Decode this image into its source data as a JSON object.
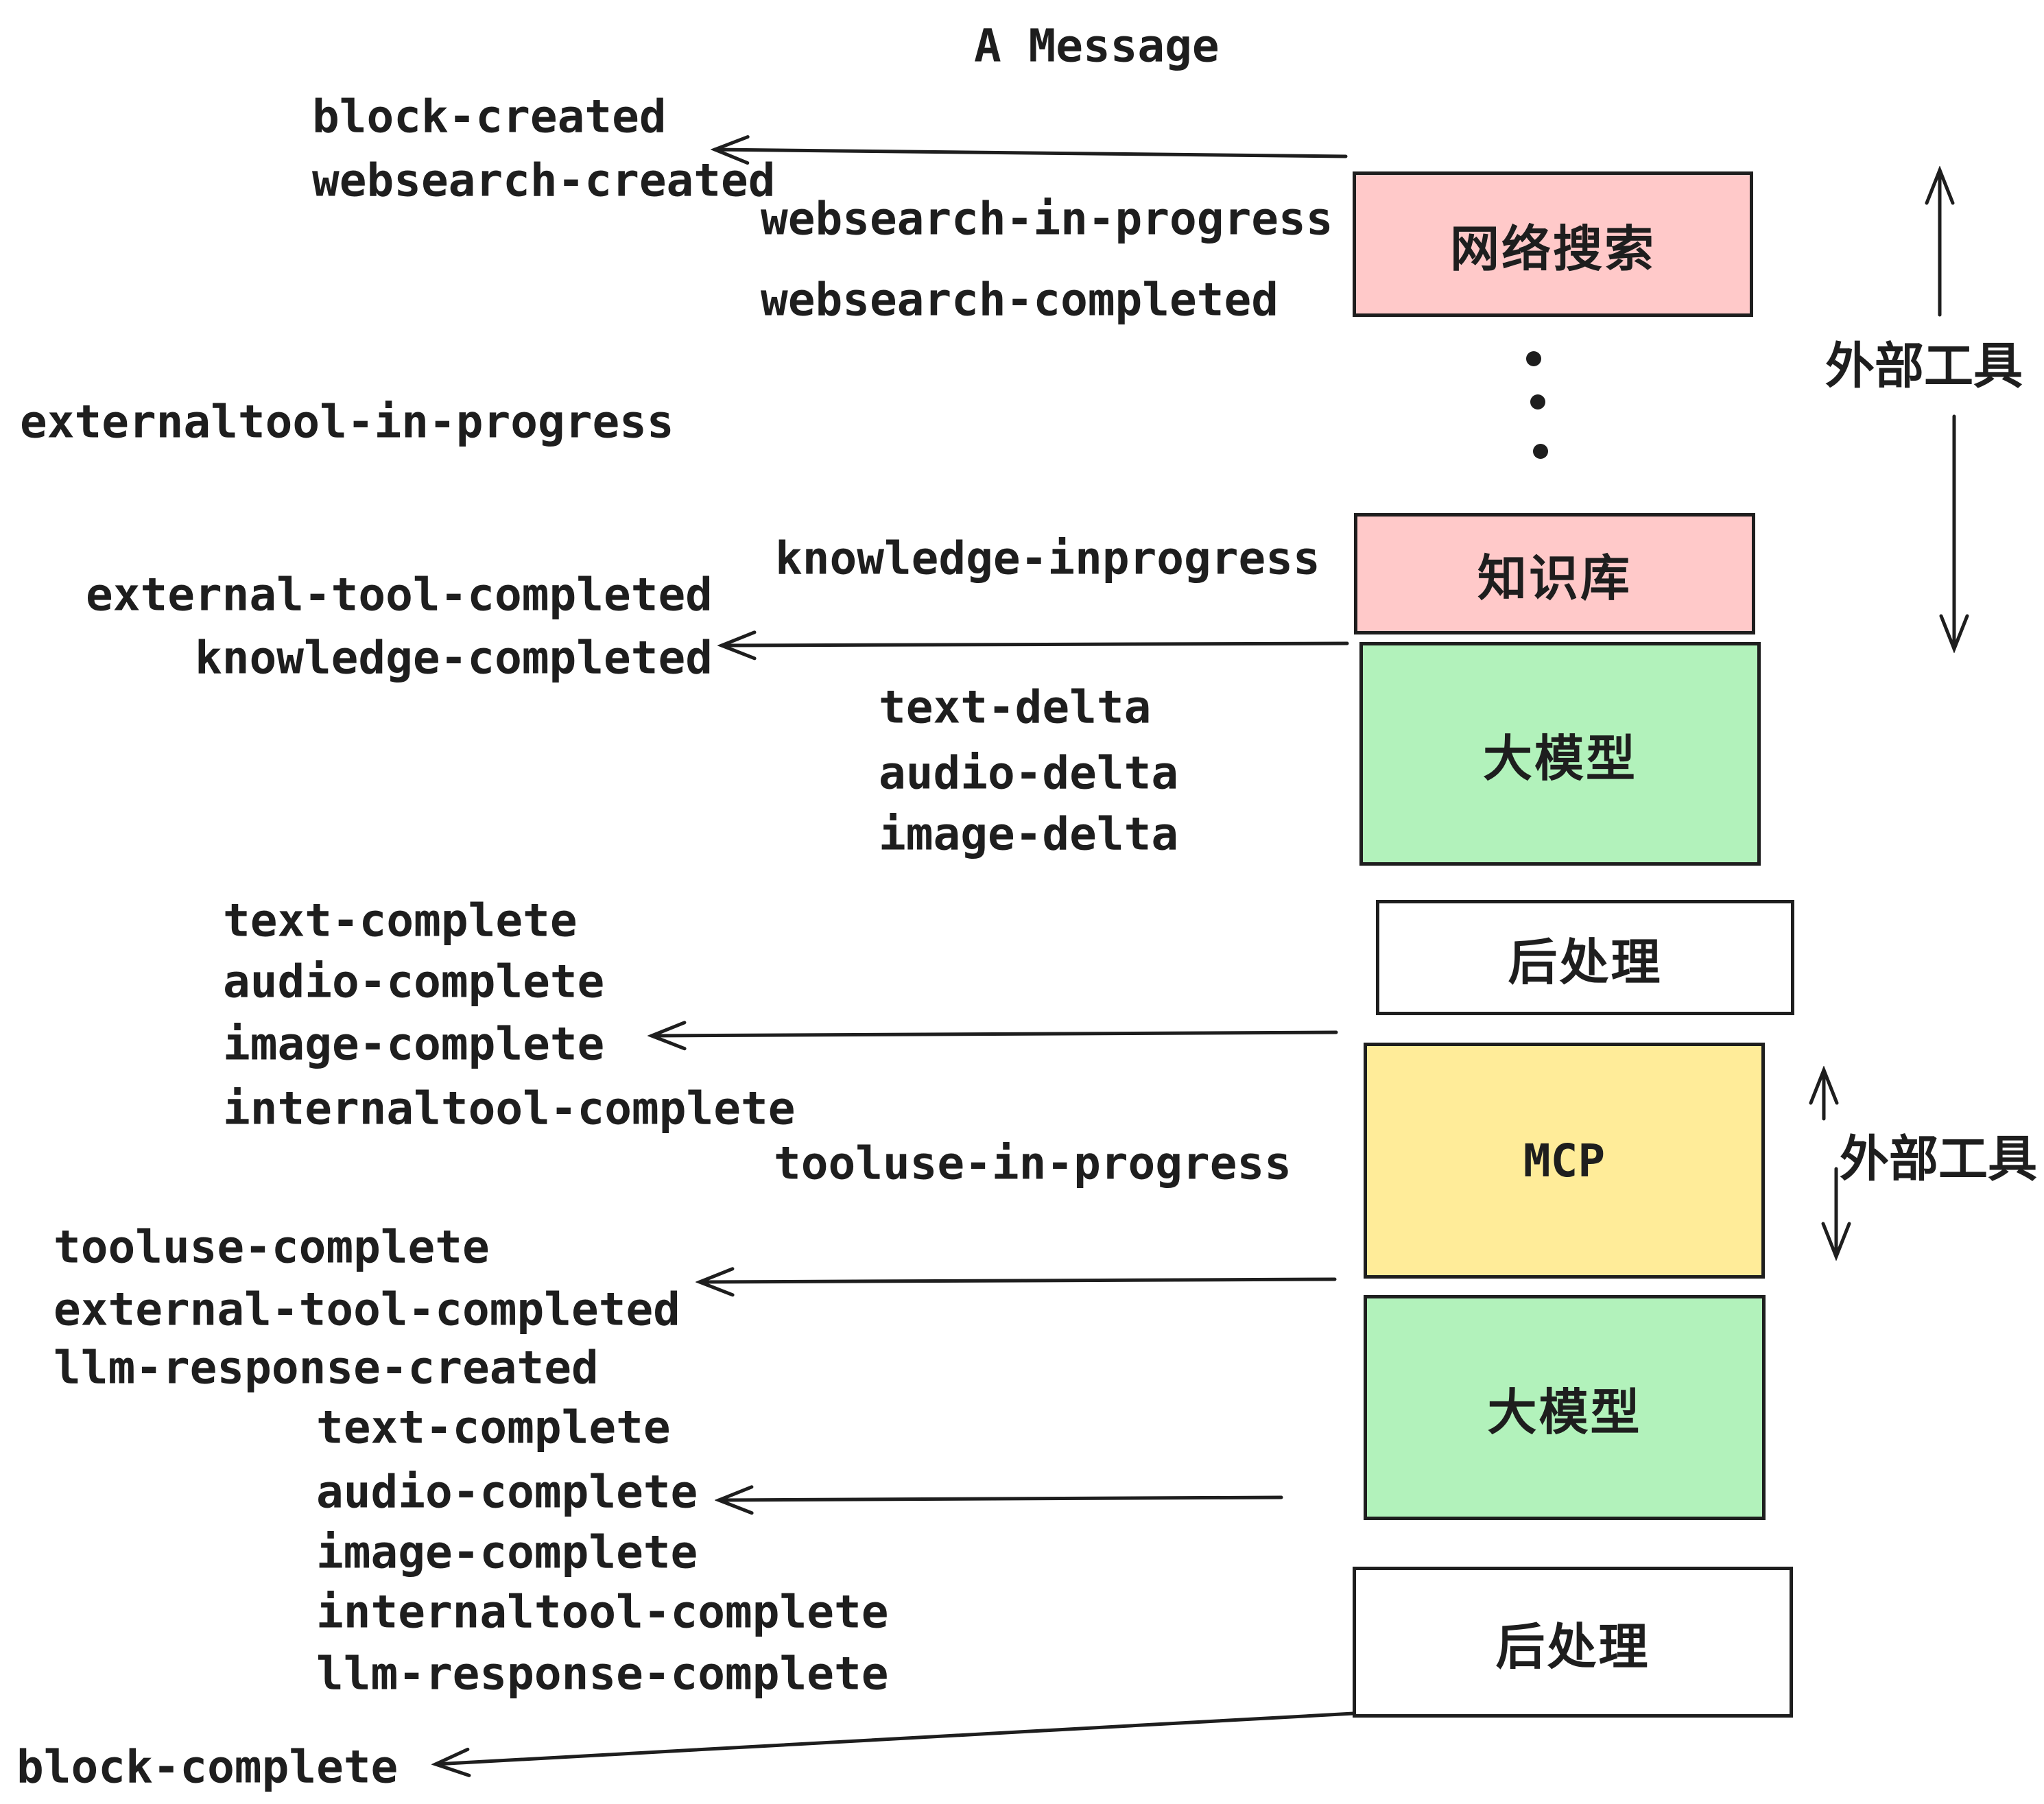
{
  "title": "A Message",
  "palette": {
    "ink": "#1e1e1e",
    "pink": "#ffc9c9",
    "green": "#b2f2bb",
    "yellow": "#ffec99",
    "paper": "#ffffff"
  },
  "boxes": {
    "websearch": {
      "label": "网络搜索"
    },
    "knowledge": {
      "label": "知识库"
    },
    "llm_top": {
      "label": "大模型"
    },
    "postprocess_top": {
      "label": "后处理"
    },
    "mcp": {
      "label": "MCP"
    },
    "llm_bottom": {
      "label": "大模型"
    },
    "postprocess_bottom": {
      "label": "后处理"
    }
  },
  "side_labels": {
    "external_tools_top": "外部工具",
    "external_tools_middle": "外部工具"
  },
  "events": {
    "block_created": "block-created",
    "websearch_created": "websearch-created",
    "websearch_in_progress": "websearch-in-progress",
    "websearch_completed": "websearch-completed",
    "externaltool_in_progress": "externaltool-in-progress",
    "knowledge_inprogress": "knowledge-inprogress",
    "external_tool_completed_1": "external-tool-completed",
    "knowledge_completed": "knowledge-completed",
    "text_delta_1": "text-delta",
    "audio_delta_1": "audio-delta",
    "image_delta_1": "image-delta",
    "text_complete_1": "text-complete",
    "audio_complete_1": "audio-complete",
    "image_complete_1": "image-complete",
    "internaltool_complete_1": "internaltool-complete",
    "tooluse_in_progress": "tooluse-in-progress",
    "tooluse_complete": "tooluse-complete",
    "external_tool_completed_2": "external-tool-completed",
    "llm_response_created": "llm-response-created",
    "text_complete_2": "text-complete",
    "audio_complete_2": "audio-complete",
    "image_complete_2": "image-complete",
    "internaltool_complete_2": "internaltool-complete",
    "llm_response_complete": "llm-response-complete",
    "block_complete": "block-complete"
  }
}
